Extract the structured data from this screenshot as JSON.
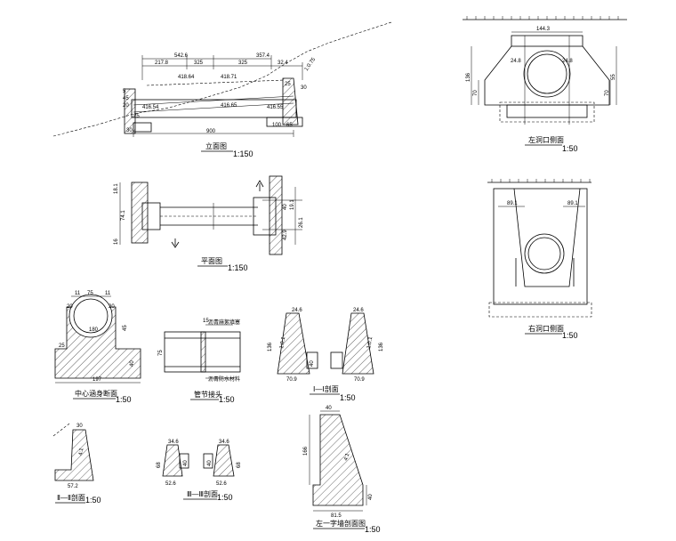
{
  "elevation": {
    "title": "立面图",
    "scale": "1:150",
    "dims": [
      "542.6",
      "357.4",
      "217.8",
      "325",
      "325",
      "32.4",
      "900"
    ],
    "levels": [
      "418.64",
      "418.71",
      "416.54",
      "416.65",
      "416.55"
    ],
    "slope": "1:0.75",
    "side": [
      "5",
      "45",
      "20",
      "30",
      "25",
      "25",
      "30"
    ],
    "bottom": [
      "100",
      "65"
    ]
  },
  "plan": {
    "title": "平面图",
    "scale": "1:150",
    "dims": [
      "18.1",
      "16",
      "74.1",
      "19.1",
      "26.1",
      "40",
      "42.9"
    ]
  },
  "left_portal": {
    "title": "左洞口侧面",
    "scale": "1:50",
    "dims": [
      "144.3",
      "136",
      "70",
      "24.8",
      "24.8",
      "55",
      "70"
    ]
  },
  "right_portal": {
    "title": "右洞口侧面",
    "scale": "1:50",
    "dims": [
      "89.1",
      "89.1"
    ]
  },
  "center": {
    "title": "中心涵身断面",
    "scale": "1:50",
    "dims": [
      "75",
      "11",
      "11",
      "20",
      "20",
      "180",
      "25",
      "45",
      "40",
      "197"
    ]
  },
  "pipe_joint": {
    "title": "管节接头",
    "scale": "1:50",
    "dims": [
      "15",
      "75"
    ],
    "notes": [
      "沥青麻絮填塞",
      "沥青防水材料"
    ]
  },
  "section1": {
    "title": "Ⅰ—Ⅰ剖面",
    "scale": "1:50",
    "dims": [
      "24.6",
      "24.6",
      "136",
      "136",
      "1:0.1",
      "1:0.1",
      "40",
      "70.9",
      "70.9"
    ]
  },
  "section2": {
    "title": "Ⅱ—Ⅱ剖面",
    "scale": "1:50",
    "dims": [
      "30",
      "4:1",
      "57.2"
    ]
  },
  "section3": {
    "title": "Ⅲ—Ⅲ剖面",
    "scale": "1:50",
    "dims": [
      "34.6",
      "34.6",
      "68",
      "68",
      "40",
      "40",
      "52.6",
      "52.6"
    ]
  },
  "wing": {
    "title": "左一字墙剖面图",
    "scale": "1:50",
    "dims": [
      "40",
      "166",
      "4:1",
      "40",
      "81.5"
    ]
  }
}
